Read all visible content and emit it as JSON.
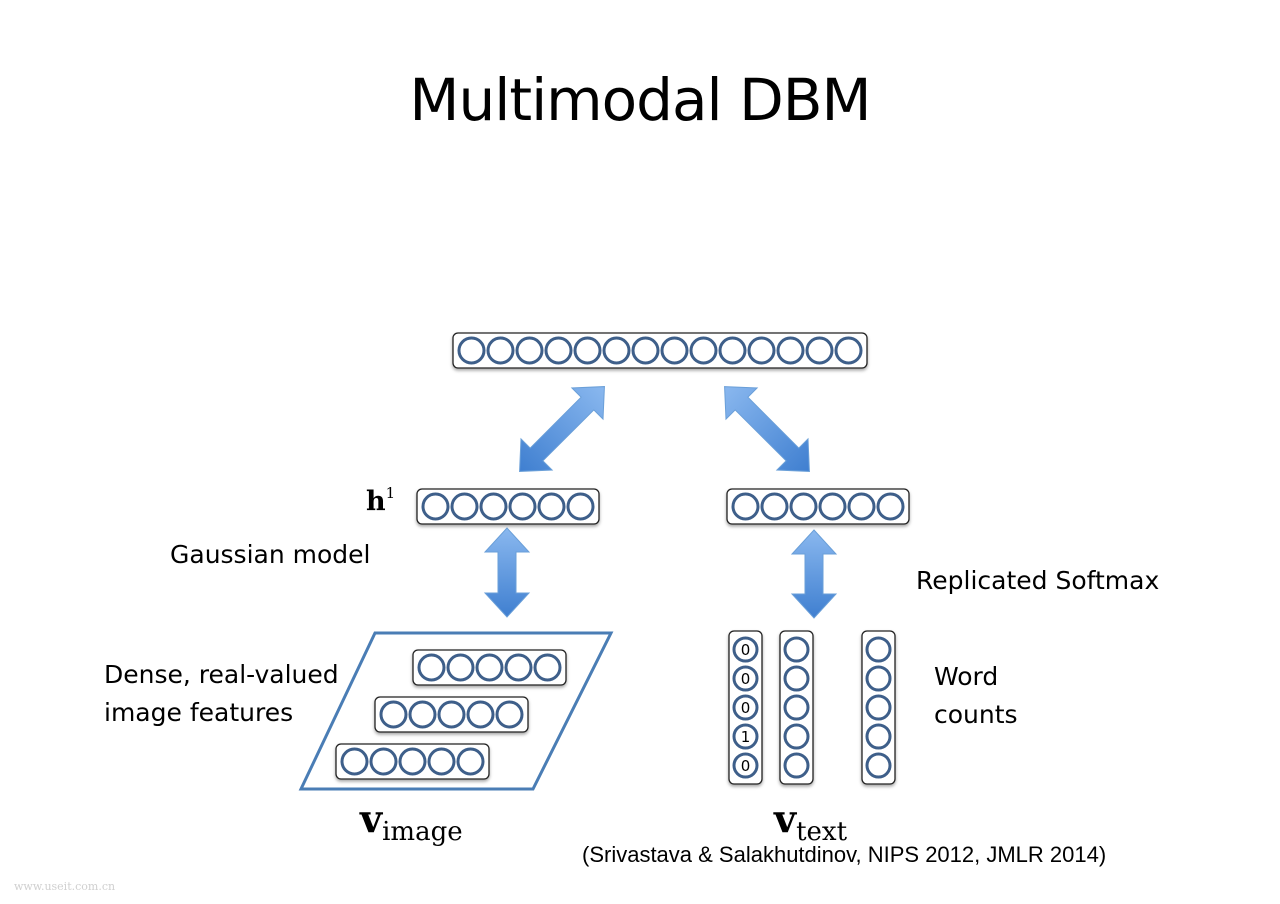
{
  "slide": {
    "title": "Multimodal DBM",
    "labels": {
      "h1_base": "h",
      "h1_sup": "1",
      "gaussian": "Gaussian model",
      "replicated": "Replicated Softmax",
      "dense_line1": "Dense, real-valued",
      "dense_line2": "image features",
      "word_line1": "Word",
      "word_line2": "counts",
      "v_image_base": "v",
      "v_image_sub": "image",
      "v_text_base": "v",
      "v_text_sub": "text"
    },
    "citation": "(Srivastava & Salakhutdinov, NIPS 2012, JMLR 2014)",
    "watermark": "www.useit.com.cn"
  },
  "layers": {
    "joint_hidden_units": 14,
    "image_hidden_units": 6,
    "text_hidden_units": 6,
    "image_feature_rows": 3,
    "image_feature_units_per_row": 5,
    "word_count_columns": 3,
    "word_count_units_per_column": 5,
    "word_count_values": [
      "0",
      "0",
      "0",
      "1",
      "0"
    ]
  },
  "colors": {
    "unit_stroke": "#3e5f8a",
    "arrow_light": "#8ab8ef",
    "arrow_dark": "#3f7fd0",
    "parallelogram": "#4a7db5"
  }
}
